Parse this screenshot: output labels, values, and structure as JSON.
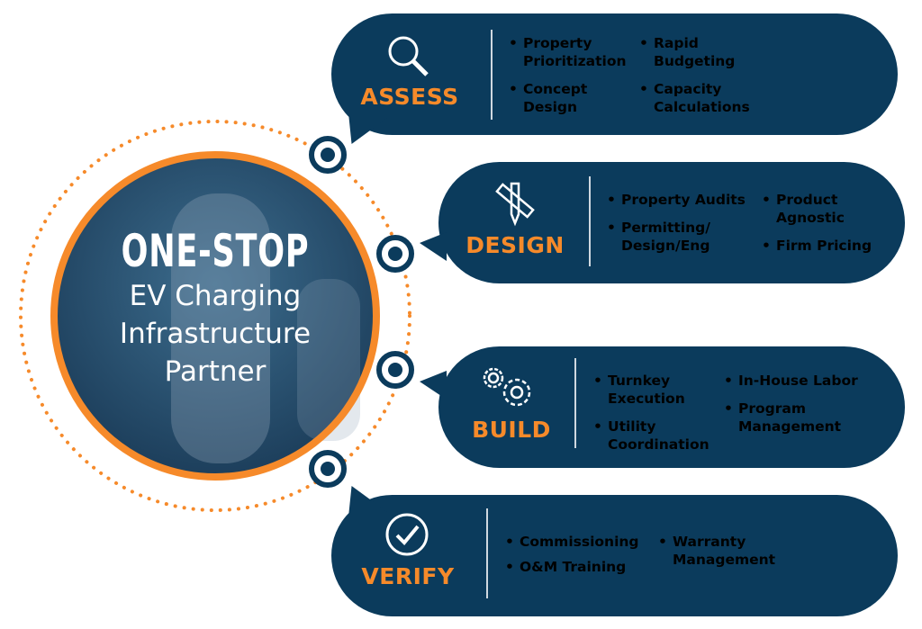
{
  "center": {
    "headline": "ONE-STOP",
    "line1": "EV Charging",
    "line2": "Infrastructure",
    "line3": "Partner"
  },
  "colors": {
    "navy": "#0b3b5c",
    "orange": "#f68a2a"
  },
  "stages": [
    {
      "title": "ASSESS",
      "icon": "magnifier-icon",
      "col1": [
        "Property Prioritization",
        "Concept Design"
      ],
      "col2": [
        "Rapid Budgeting",
        "Capacity Calculations"
      ]
    },
    {
      "title": "DESIGN",
      "icon": "pencil-ruler-icon",
      "col1": [
        "Property Audits",
        "Permitting/ Design/Eng"
      ],
      "col2": [
        "Product Agnostic",
        "Firm Pricing"
      ]
    },
    {
      "title": "BUILD",
      "icon": "gears-icon",
      "col1": [
        "Turnkey Execution",
        "Utility Coordination"
      ],
      "col2": [
        "In-House Labor",
        "Program Management"
      ]
    },
    {
      "title": "VERIFY",
      "icon": "checkmark-circle-icon",
      "col1": [
        "Commissioning",
        "O&M Training"
      ],
      "col2": [
        "Warranty Management"
      ]
    }
  ]
}
